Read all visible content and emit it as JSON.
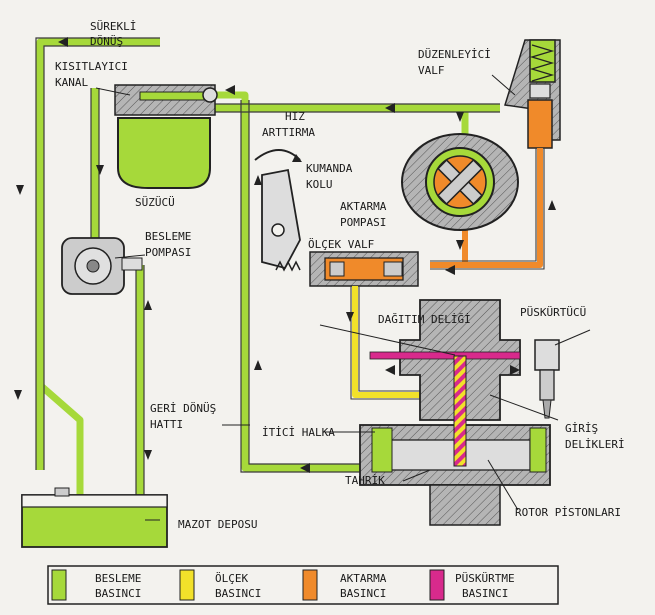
{
  "labels": {
    "surekli": "SÜREKLİ",
    "donus": "DÖNÜŞ",
    "kisitlayici": "KISITLAYICI",
    "kanal": "KANAL",
    "duzenleyici": "DÜZENLEYİCİ",
    "valf": "VALF",
    "hiz": "HIZ",
    "arttirma": "ARTTIRMA",
    "suzucu": "SÜZÜCÜ",
    "kumanda": "KUMANDA",
    "kolu": "KOLU",
    "aktarma": "AKTARMA",
    "pompasi": "POMPASI",
    "besleme": "BESLEME",
    "besleme_pompasi": "POMPASI",
    "olcek_valf": "ÖLÇEK VALF",
    "dagitim": "DAĞITIM DELİĞİ",
    "puskurtucu": "PÜSKÜRTÜCÜ",
    "geri_donus": "GERİ DÖNÜŞ",
    "hatti": "HATTI",
    "itici_halka": "İTİCİ HALKA",
    "giris": "GİRİŞ",
    "delikleri": "DELİKLERİ",
    "tahrik": "TAHRİK",
    "rotor": "ROTOR PİSTONLARI",
    "mazot": "MAZOT DEPOSU"
  },
  "legend": [
    {
      "line1": "BESLEME",
      "line2": "BASINCI",
      "color": "#a6d93a"
    },
    {
      "line1": "ÖLÇEK",
      "line2": "BASINCI",
      "color": "#f2e12a"
    },
    {
      "line1": "AKTARMA",
      "line2": "BASINCI",
      "color": "#f08a2a"
    },
    {
      "line1": "PÜSKÜRTME",
      "line2": "BASINCI",
      "color": "#d82a8c"
    }
  ],
  "colors": {
    "supply": "#a6d93a",
    "metering": "#f2e12a",
    "transfer": "#f08a2a",
    "injection": "#d82a8c",
    "body": "#9a9a9a"
  }
}
